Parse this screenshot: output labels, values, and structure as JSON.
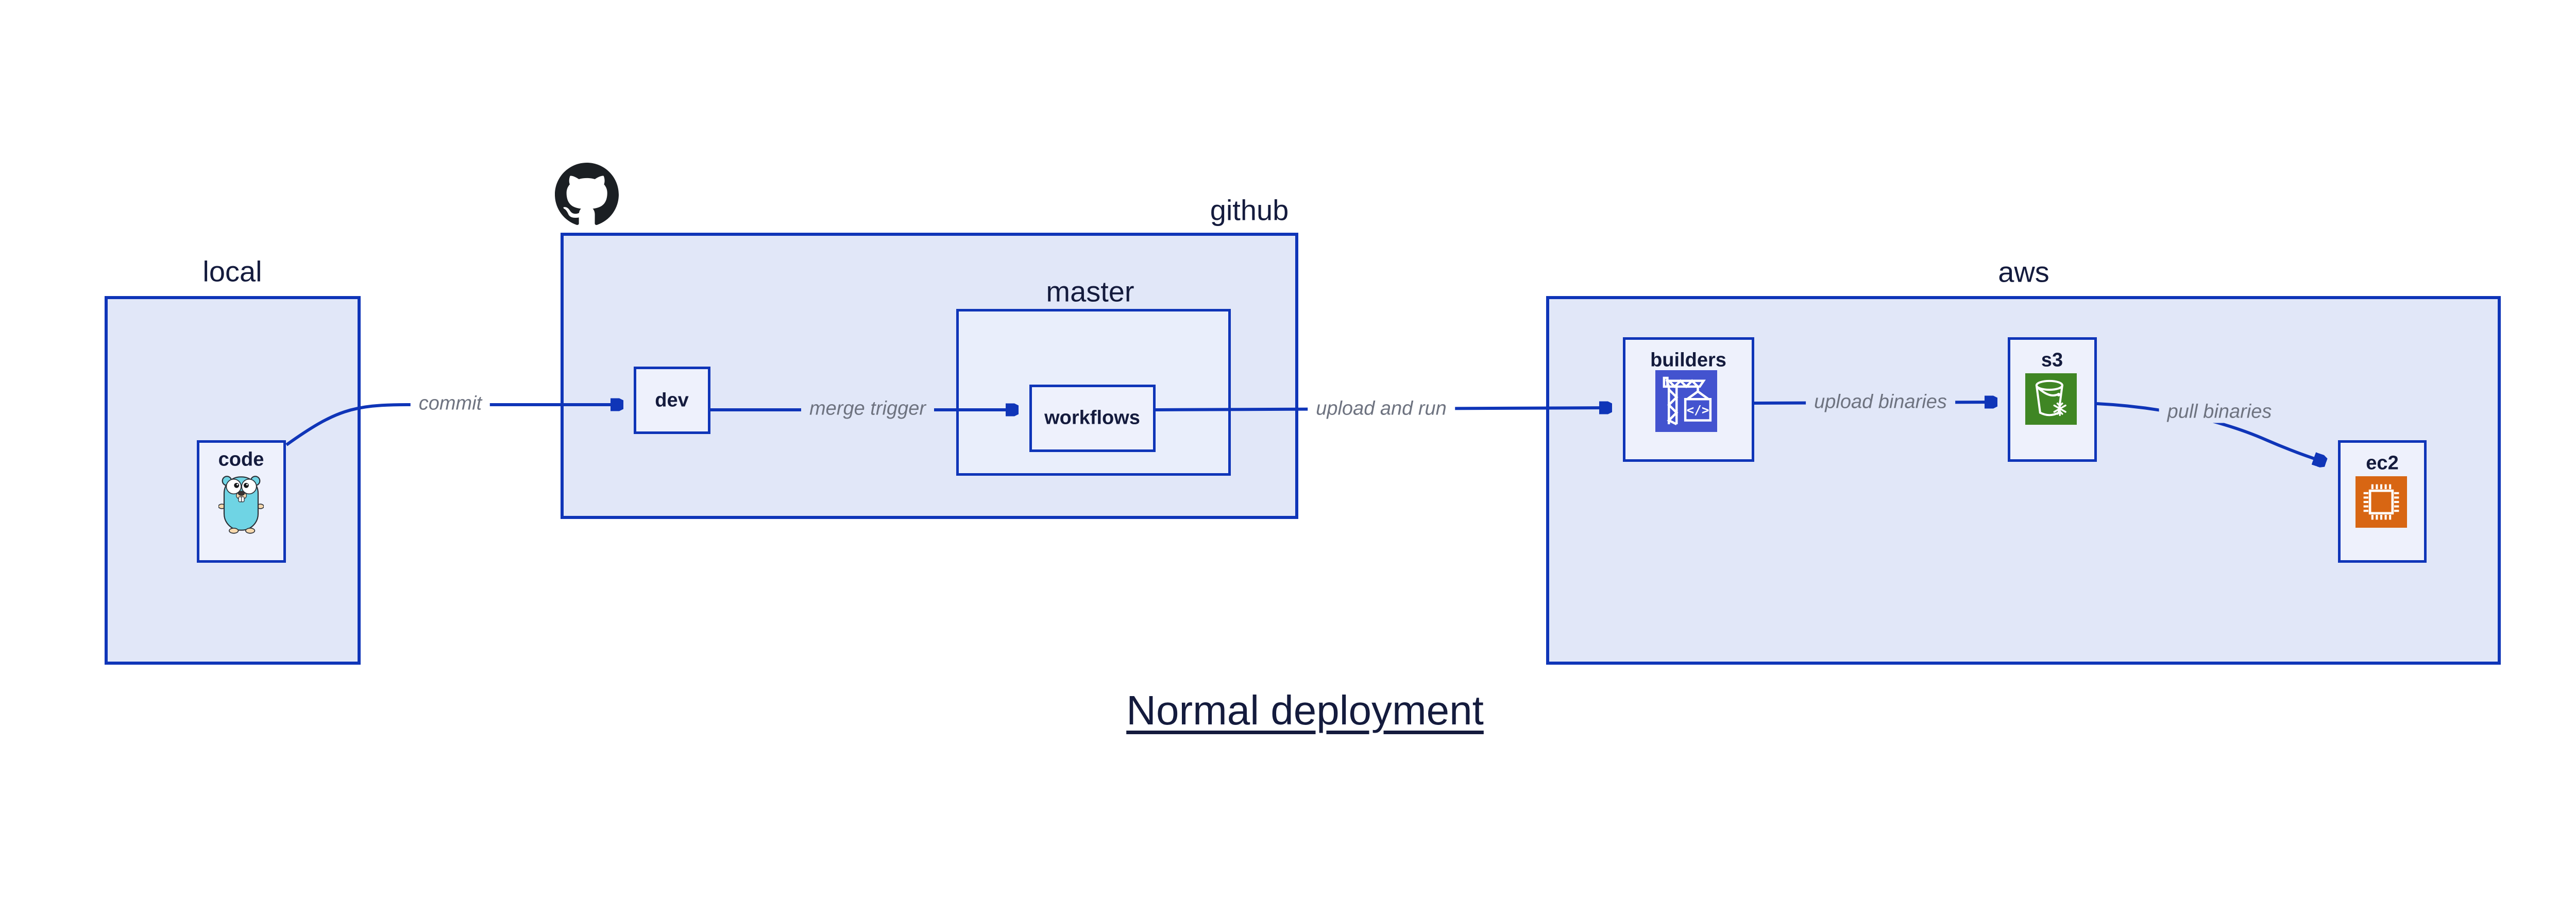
{
  "title": "Normal deployment",
  "groups": {
    "local": {
      "label": "local"
    },
    "github": {
      "label": "github"
    },
    "master": {
      "label": "master"
    },
    "aws": {
      "label": "aws"
    }
  },
  "nodes": {
    "code": {
      "label": "code",
      "icon": "go-gopher-icon"
    },
    "dev": {
      "label": "dev"
    },
    "workflows": {
      "label": "workflows"
    },
    "builders": {
      "label": "builders",
      "icon": "aws-codebuild-icon"
    },
    "s3": {
      "label": "s3",
      "icon": "aws-s3-bucket-icon"
    },
    "ec2": {
      "label": "ec2",
      "icon": "aws-ec2-chip-icon"
    }
  },
  "edges": [
    {
      "from": "code",
      "to": "dev",
      "label": "commit"
    },
    {
      "from": "dev",
      "to": "workflows",
      "label": "merge trigger"
    },
    {
      "from": "workflows",
      "to": "builders",
      "label": "upload and run"
    },
    {
      "from": "builders",
      "to": "s3",
      "label": "upload binaries"
    },
    {
      "from": "s3",
      "to": "ec2",
      "label": "pull binaries"
    }
  ],
  "logos": {
    "github_mark": "octocat-mark-icon"
  },
  "colors": {
    "accent": "#0f35b8",
    "group-fill": "#e1e7f8",
    "subgroup-fill": "#e9eefb",
    "node-fill": "#eef1fc",
    "text-dark": "#141b3d",
    "edge-label-color": "#6e7380",
    "codebuild-purple": "#4353cf",
    "s3-green": "#3f8624",
    "ec2-orange": "#d86613",
    "gopher-teal": "#6fd4e4",
    "octocat-black": "#1b1f23"
  }
}
